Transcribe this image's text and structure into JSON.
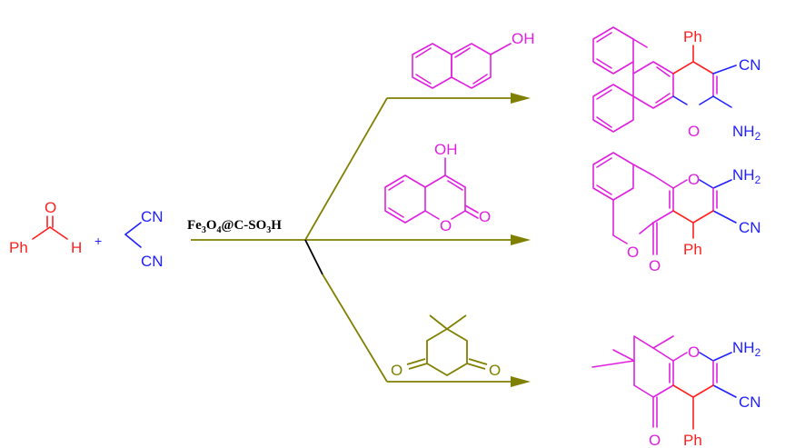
{
  "colors": {
    "reagent_red": "#ff2020",
    "reagent_blue": "#2020ff",
    "product_magenta": "#e020e0",
    "arrow_olive": "#808000"
  },
  "reactants": {
    "aldehyde": {
      "oxygen": "O",
      "substituent": "Ph",
      "hydrogen": "H"
    },
    "plus": "+",
    "malononitrile": {
      "nitrile_top": "CN",
      "nitrile_bottom": "CN"
    }
  },
  "catalyst": {
    "fe": "Fe",
    "fe_count": "3",
    "o": "O",
    "o_count": "4",
    "support": "@C-SO",
    "so_count": "3",
    "h": "H"
  },
  "nucleophiles": {
    "naphthol": {
      "hydroxyl": "OH"
    },
    "hydroxycoumarin": {
      "hydroxyl": "OH",
      "ring_oxygen": "O",
      "carbonyl_oxygen": "O"
    },
    "dimedone": {
      "carbonyl_left": "O",
      "carbonyl_right": "O"
    }
  },
  "products": {
    "naphthopyran": {
      "phenyl": "Ph",
      "nitrile": "CN",
      "ring_oxygen": "O",
      "amino": "NH",
      "amino_count": "2"
    },
    "pyranocoumarin": {
      "ring_oxygen_top": "O",
      "amino": "NH",
      "amino_count": "2",
      "lactone_oxygen": "O",
      "nitrile": "CN",
      "carbonyl_oxygen": "O",
      "phenyl": "Ph"
    },
    "tetrahydrochromene": {
      "ring_oxygen": "O",
      "amino": "NH",
      "amino_count": "2",
      "nitrile": "CN",
      "carbonyl_oxygen": "O",
      "phenyl": "Ph"
    }
  }
}
